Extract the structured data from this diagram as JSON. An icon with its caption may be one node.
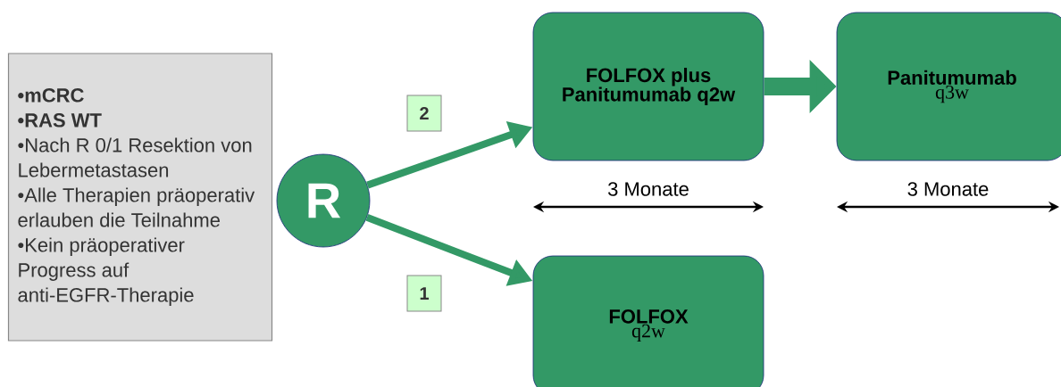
{
  "diagram": {
    "nodes": [
      {
        "text": [
          "•mCRC",
          "•RAS WT",
          "•Nach R 0/1 Resektion von Lebermetastasen",
          "•Alle Therapien präoperativ erlauben die Teilnahme",
          "•Kein präoperativer Progress auf anti-EGFR-Therapie"
        ]
      },
      {
        "text": [
          "R"
        ]
      },
      {
        "text": [
          "FOLFOX plus Panitumumab q2w"
        ]
      },
      {
        "text": [
          "Panitumumab",
          "q3w"
        ]
      },
      {
        "text": [
          "FOLFOX",
          "q2w"
        ]
      }
    ],
    "edges": [
      {
        "from": 1,
        "to": 2,
        "arrow": "to",
        "label": "2"
      },
      {
        "from": 1,
        "to": 4,
        "arrow": "to",
        "label": "1"
      },
      {
        "from": 2,
        "to": 3,
        "arrow": "to",
        "style": "thick"
      }
    ],
    "labels": [
      "3 Monate",
      "3 Monate"
    ]
  }
}
